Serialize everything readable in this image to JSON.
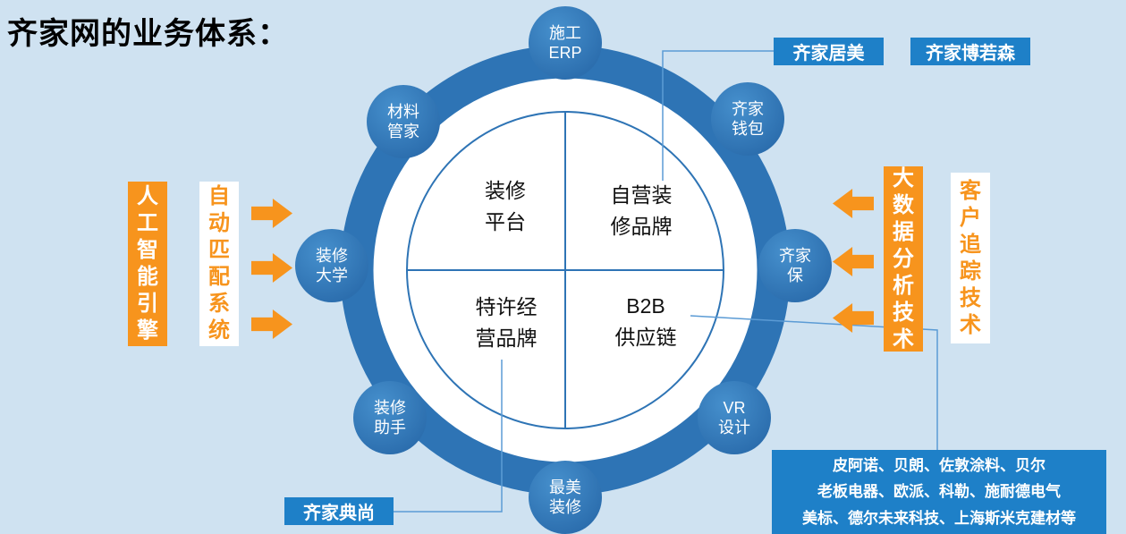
{
  "title": "齐家网的业务体系：",
  "center_quadrants": {
    "top_left": "装修\n平台",
    "top_right": "自营装\n修品牌",
    "bottom_left": "特许经\n营品牌",
    "bottom_right": "B2B\n供应链"
  },
  "ring_nodes": [
    {
      "label": "施工\nERP"
    },
    {
      "label": "材料\n管家"
    },
    {
      "label": "齐家\n钱包"
    },
    {
      "label": "装修\n大学"
    },
    {
      "label": "齐家\n保"
    },
    {
      "label": "装修\n助手"
    },
    {
      "label": "VR\n设计"
    },
    {
      "label": "最美\n装修"
    }
  ],
  "left_panel": {
    "solid_box": "人工智能引擎",
    "outline_box": "自动匹配系统"
  },
  "right_panel": {
    "solid_box": "大数据分析技术",
    "outline_box": "客户追踪技术"
  },
  "brand_labels": {
    "top_right_1": "齐家居美",
    "top_right_2": "齐家博若森",
    "bottom_left": "齐家典尚",
    "bottom_right": "皮阿诺、贝朗、佐敦涂料、贝尔\n老板电器、欧派、科勒、施耐德电气\n美标、德尔未来科技、上海斯米克建材等"
  },
  "colors": {
    "background": "#cfe2f1",
    "ring_blue": "#2e74b5",
    "node_blue": "#2e75b6",
    "label_blue": "#1e80c8",
    "orange": "#f7941d",
    "connector_blue": "#5b9bd5"
  }
}
